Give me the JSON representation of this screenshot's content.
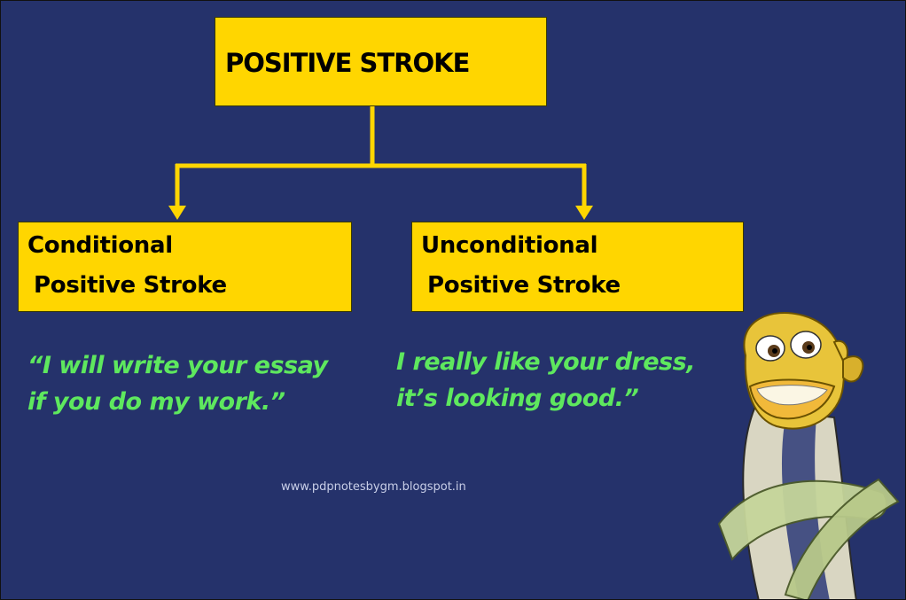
{
  "diagram": {
    "root": {
      "label": "POSITIVE STROKE"
    },
    "children": [
      {
        "line1": "Conditional",
        "line2": "Positive Stroke"
      },
      {
        "line1": "Unconditional",
        "line2": "Positive Stroke"
      }
    ]
  },
  "quotes": {
    "left": {
      "line1": "“I will  write your essay",
      "line2": "if you do my work.”"
    },
    "right": {
      "line1": "I really  like  your dress,",
      "line2": "it’s looking good.”"
    }
  },
  "footer": {
    "website": "www.pdpnotesbygm.blogspot.in"
  },
  "colors": {
    "background": "#25326b",
    "box_fill": "#ffd600",
    "connector": "#ffd600",
    "quote_text": "#5ee85e"
  },
  "illustration": {
    "icon": "cartoon-fish-icon"
  }
}
